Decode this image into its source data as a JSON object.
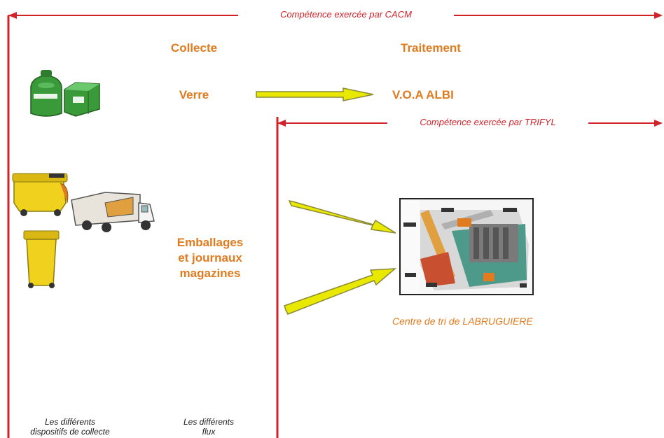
{
  "competences": {
    "cacm": "Compétence exercée par CACM",
    "trifyl": "Compétence exercée par TRIFYL"
  },
  "headers": {
    "collecte": "Collecte",
    "traitement": "Traitement"
  },
  "flows": {
    "verre": "Verre",
    "voa": "V.O.A ALBI",
    "emballages_line1": "Emballages",
    "emballages_line2": "et journaux",
    "emballages_line3": "magazines",
    "centre_tri": "Centre de tri de LABRUGUIERE"
  },
  "footer": {
    "dispositifs_line1": "Les différents",
    "dispositifs_line2": "dispositifs de collecte",
    "flux_line1": "Les différents",
    "flux_line2": "flux"
  },
  "colors": {
    "red": "#d2232a",
    "orange": "#e07b1f",
    "arrow_yellow": "#e8e800",
    "arrow_outline": "#8a8a3a",
    "bin_green": "#3a9a3a",
    "bin_yellow": "#f0d21e"
  },
  "icons": [
    "glass-bank-icon",
    "green-container-icon",
    "yellow-wheelie-bin-icon",
    "garbage-truck-icon",
    "yellow-small-bin-icon",
    "sorting-center-image"
  ]
}
